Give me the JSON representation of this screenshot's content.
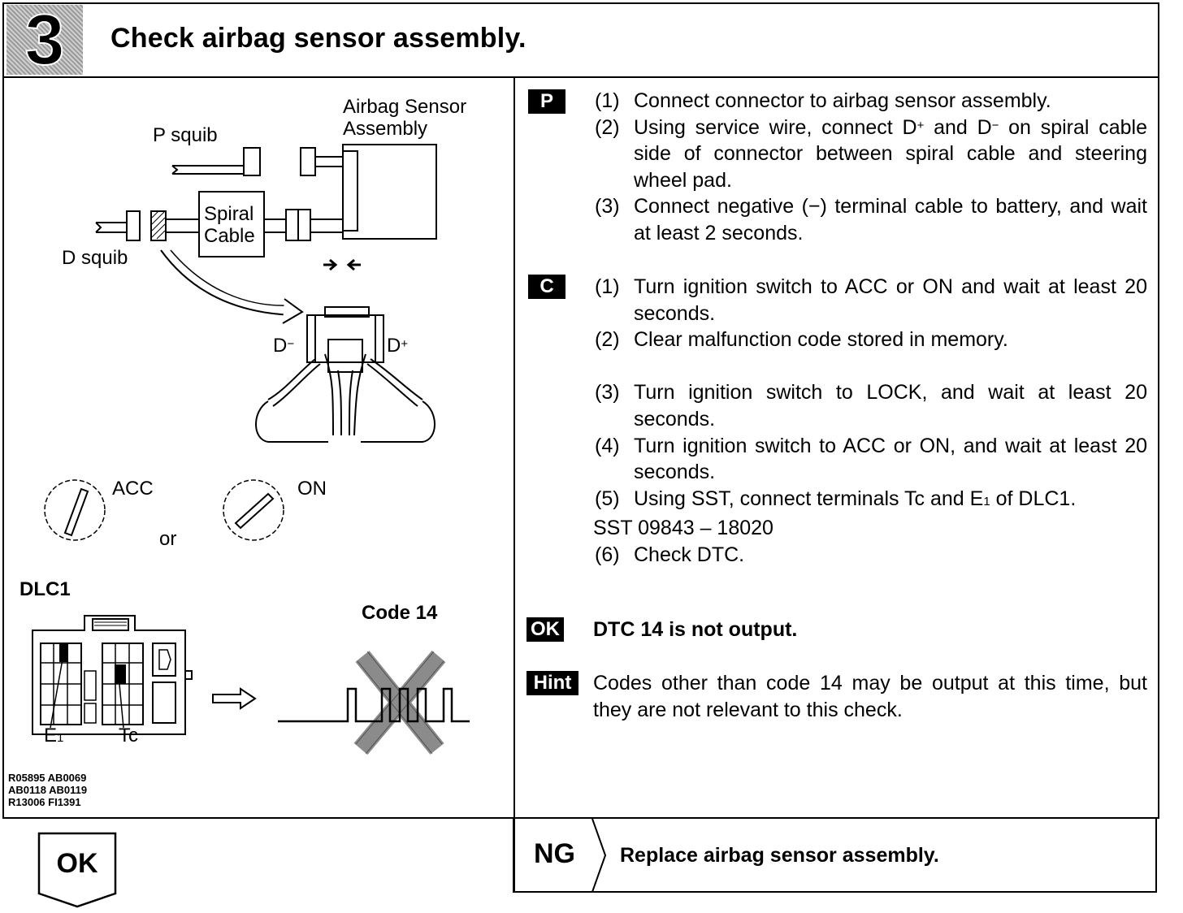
{
  "header": {
    "step_number": "3",
    "title": "Check airbag sensor assembly."
  },
  "figure": {
    "airbag_sensor_label_1": "Airbag Sensor",
    "airbag_sensor_label_2": "Assembly",
    "p_squib": "P squib",
    "d_squib": "D squib",
    "spiral_1": "Spiral",
    "spiral_2": "Cable",
    "d_minus": "D",
    "d_minus_sup": "−",
    "d_plus": "D",
    "d_plus_sup": "+",
    "acc": "ACC",
    "or": "or",
    "on": "ON",
    "dlc1": "DLC1",
    "code14": "Code 14",
    "e1": "E",
    "e1_sub": "1",
    "tc": "Tc",
    "refs": [
      "R05895 AB0069",
      "AB0118 AB0119",
      "R13006 FI1391"
    ]
  },
  "procedure": {
    "p_tag": "P",
    "p_steps": [
      {
        "num": "(1)",
        "text": "Connect connector to airbag sensor assembly."
      },
      {
        "num": "(2)",
        "text_a": "Using service wire, connect D",
        "sup_a": "+",
        "text_b": " and D",
        "sup_b": "−",
        "text_c": " on spiral cable side of connector between spiral cable and steering wheel pad."
      },
      {
        "num": "(3)",
        "text": "Connect negative (−) terminal cable to battery, and wait at least 2 seconds."
      }
    ],
    "c_tag": "C",
    "c_steps": [
      {
        "num": "(1)",
        "text": "Turn ignition switch to ACC or ON and wait at least 20 seconds."
      },
      {
        "num": "(2)",
        "text": "Clear malfunction code stored in memory."
      },
      {
        "num": "(3)",
        "text": "Turn ignition switch to LOCK, and wait at least 20 seconds."
      },
      {
        "num": "(4)",
        "text": "Turn ignition switch to ACC or ON, and wait at least 20 seconds."
      },
      {
        "num": "(5)",
        "text_a": "Using SST, connect terminals Tc and E",
        "sub": "1",
        "text_b": " of DLC1."
      }
    ],
    "sst": "SST 09843 – 18020",
    "c_step6_num": "(6)",
    "c_step6_text": "Check DTC.",
    "ok_tag": "OK",
    "ok_text": "DTC 14 is not output.",
    "hint_tag": "Hint",
    "hint_text": "Codes other than code 14 may be output at this time, but they are not relevant to this check."
  },
  "result": {
    "ok_label": "OK",
    "ng_label": "NG",
    "ng_action": "Replace airbag sensor assembly."
  }
}
